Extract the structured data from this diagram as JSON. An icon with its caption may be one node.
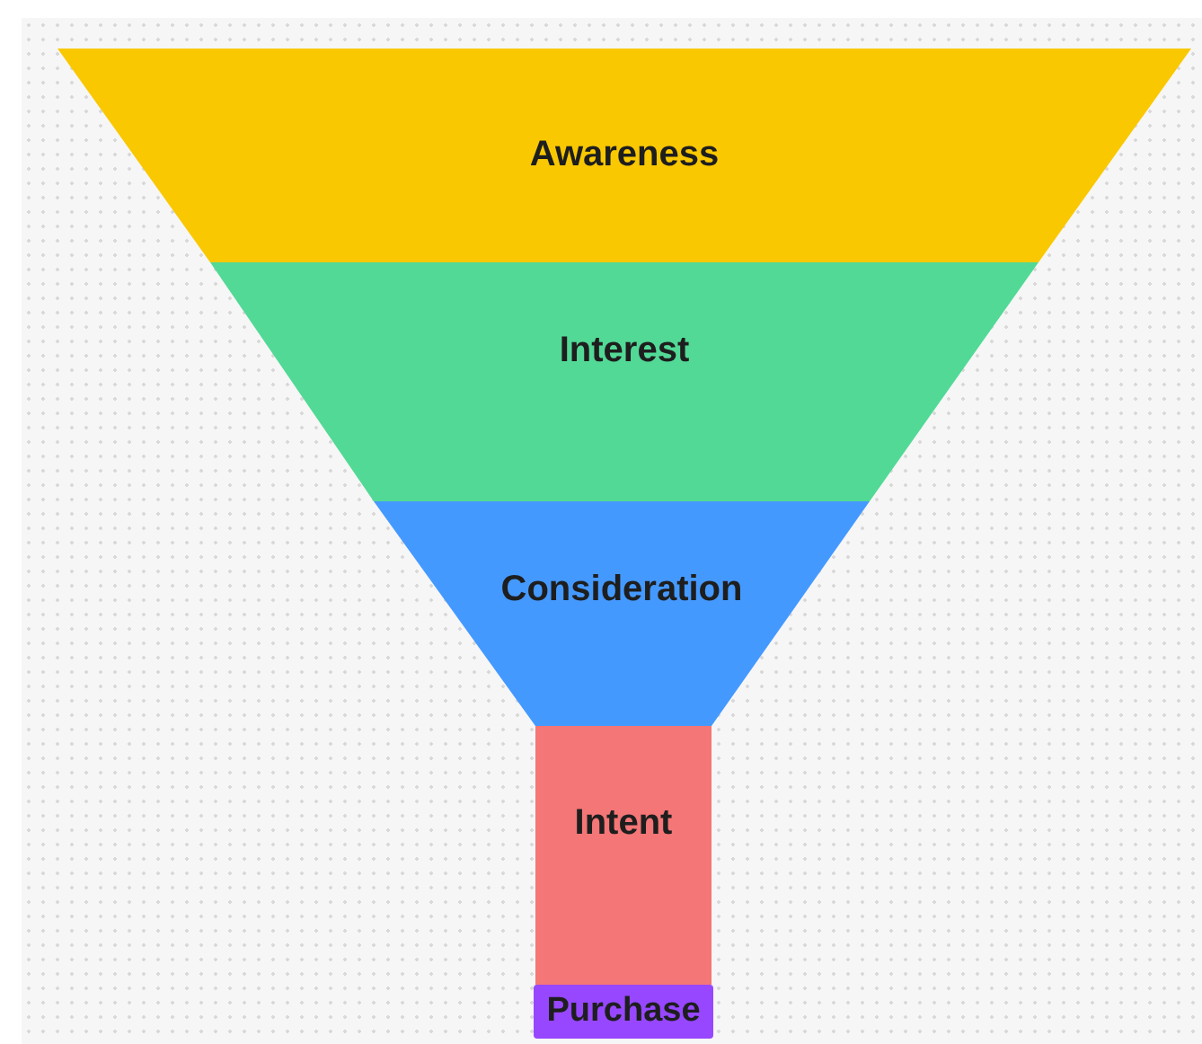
{
  "diagram": {
    "nodes": [
      {
        "text": [
          "Awareness"
        ]
      },
      {
        "text": [
          "Interest"
        ]
      },
      {
        "text": [
          "Consideration"
        ]
      },
      {
        "text": [
          "Intent"
        ]
      },
      {
        "text": [
          "Purchase"
        ]
      }
    ]
  }
}
